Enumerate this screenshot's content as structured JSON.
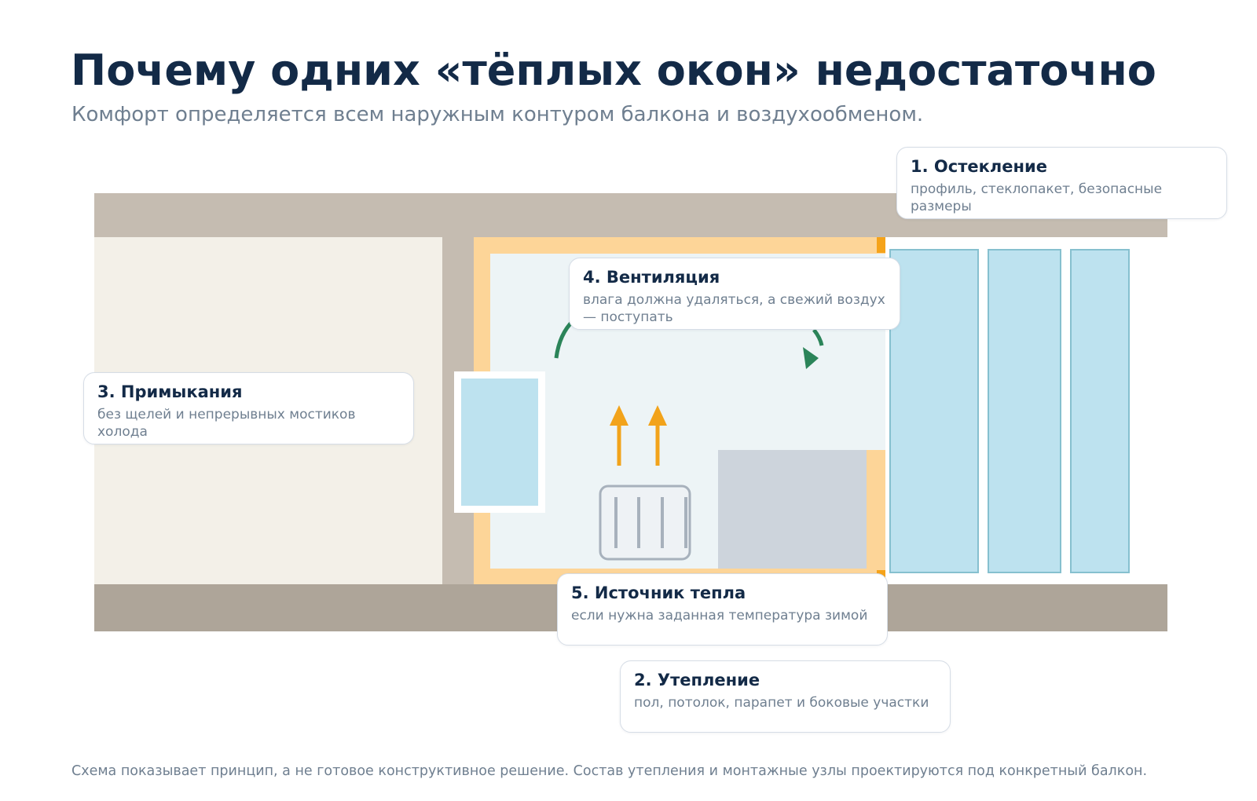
{
  "title": "Почему одних «тёплых окон» недостаточно",
  "subtitle": "Комфорт определяется всем наружным контуром балкона и воздухообменом.",
  "footnote": "Схема показывает принцип, а не готовое конструктивное решение. Состав утепления и монтажные узлы проектируются под конкретный балкон.",
  "callouts": {
    "glazing": {
      "title": "1. Остекление",
      "text": "профиль, стеклопакет, безопасные размеры"
    },
    "insulation": {
      "title": "2. Утепление",
      "text": "пол, потолок, парапет и боковые участки"
    },
    "joints": {
      "title": "3. Примыкания",
      "text": "без щелей и непрерывных мостиков холода"
    },
    "ventilation": {
      "title": "4. Вентиляция",
      "text": "влага должна удаляться, а свежий воздух — поступать"
    },
    "heat": {
      "title": "5. Источник тепла",
      "text": "если нужна заданная температура зимой"
    }
  },
  "colors": {
    "slab_top": "#c5bcb1",
    "slab_bottom": "#aea599",
    "room": "#f3f0e8",
    "insulation": "#fdd598",
    "insulation_accent": "#f5a31a",
    "balcony_air": "#edf4f6",
    "glass": "#bde2ef",
    "glass_edge": "#86c0cf",
    "vent_arrow": "#2b8459",
    "heat_arrow": "#f2a31b",
    "title": "#132a47",
    "muted_text": "#6f7f90"
  },
  "icons": [
    "heat-arrow-icon",
    "vent-arrow-icon",
    "radiator-icon"
  ]
}
